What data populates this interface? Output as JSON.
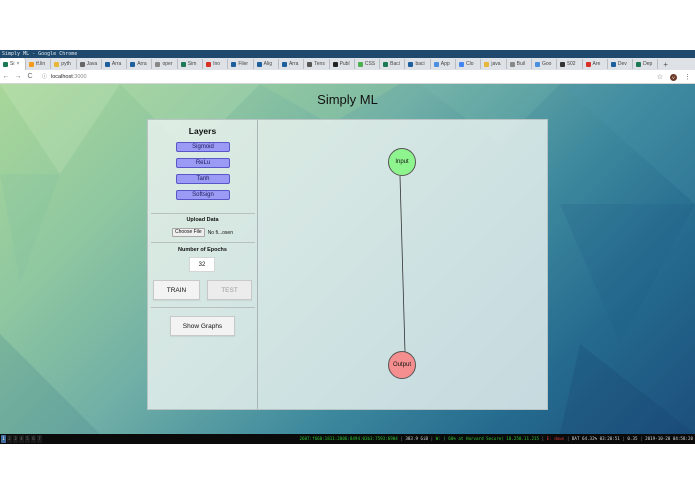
{
  "window": {
    "title": "Simply ML - Google Chrome"
  },
  "tabs": [
    {
      "label": "Si",
      "icon": "green-square",
      "color": "#1e7a55",
      "active": true,
      "close": "×"
    },
    {
      "label": "tf.lin",
      "icon": "tensorflow-icon",
      "color": "#f59b1c"
    },
    {
      "label": "pyth",
      "icon": "python-icon",
      "color": "#e8b73a"
    },
    {
      "label": "Java",
      "icon": "globe-icon",
      "color": "#666666"
    },
    {
      "label": "Arra",
      "icon": "arrow-icon",
      "color": "#1d5e9c"
    },
    {
      "label": "Arra",
      "icon": "arrow-icon",
      "color": "#1d5e9c"
    },
    {
      "label": "oper",
      "icon": "globe-icon",
      "color": "#888888"
    },
    {
      "label": "Sim",
      "icon": "green-square",
      "color": "#1e7a55"
    },
    {
      "label": "Ino",
      "icon": "gmail-icon",
      "color": "#d93025"
    },
    {
      "label": "Filer",
      "icon": "arrow-icon",
      "color": "#1d5e9c"
    },
    {
      "label": "Alig",
      "icon": "arrow-icon",
      "color": "#1d5e9c"
    },
    {
      "label": "Arra",
      "icon": "arrow-icon",
      "color": "#1d5e9c"
    },
    {
      "label": "Tens",
      "icon": "globe-icon",
      "color": "#555555"
    },
    {
      "label": "Publ",
      "icon": "medium-icon",
      "color": "#222222"
    },
    {
      "label": "CSS",
      "icon": "green-square",
      "color": "#4caf50"
    },
    {
      "label": "Baci",
      "icon": "green-square",
      "color": "#1e7a55"
    },
    {
      "label": "baci",
      "icon": "arrow-icon",
      "color": "#1d5e9c"
    },
    {
      "label": "App",
      "icon": "diamond-icon",
      "color": "#4a8fe0"
    },
    {
      "label": "Clo",
      "icon": "cloud-icon",
      "color": "#4285f4"
    },
    {
      "label": "java",
      "icon": "python-icon",
      "color": "#e8b73a"
    },
    {
      "label": "Buil",
      "icon": "circle-icon",
      "color": "#888888"
    },
    {
      "label": "Goo",
      "icon": "diamond-icon",
      "color": "#4a8fe0"
    },
    {
      "label": "502",
      "icon": "globe-icon",
      "color": "#333333"
    },
    {
      "label": "Are",
      "icon": "gmail-icon",
      "color": "#d93025"
    },
    {
      "label": "Dev",
      "icon": "gear-icon",
      "color": "#1d5e9c"
    },
    {
      "label": "Dep",
      "icon": "green-square",
      "color": "#1e7a55"
    }
  ],
  "new_tab": "+",
  "address": {
    "info_icon": "ⓘ",
    "host": "localhost",
    "port": ":3000"
  },
  "nav": {
    "back": "←",
    "forward": "→",
    "reload": "C",
    "star": "☆",
    "avatar_initial": "V",
    "menu": "⋮"
  },
  "app": {
    "title": "Simply ML",
    "layers_heading": "Layers",
    "layers": [
      "Sigmoid",
      "ReLu",
      "Tanh",
      "Softsign"
    ],
    "upload_label": "Upload Data",
    "choose_file": "Choose File",
    "file_name": "No fi...osen",
    "epochs_label": "Number of Epochs",
    "epochs_value": "32",
    "train_label": "TRAIN",
    "test_label": "TEST",
    "show_graphs_label": "Show Graphs",
    "nodes": [
      {
        "label": "Input",
        "color": "#8ef58e"
      },
      {
        "label": "Output",
        "color": "#f58e8e"
      }
    ],
    "colors": {
      "layer_button": "#9b9bf5",
      "input_node": "#8ef58e",
      "output_node": "#f58e8e"
    }
  },
  "taskbar": {
    "workspaces": [
      "1",
      "2",
      "3",
      "4",
      "5",
      "6",
      "7"
    ],
    "active_workspace": "1",
    "status": {
      "ipv6": "2607:f660:1811:2006:8494:03b3:7593:6904",
      "disk": "383.9 GiB",
      "wifi": "W: ( 60% at Harvard Secure) 10.250.11.215",
      "eth": "E: down",
      "battery": "BAT 64.32% 03:20:51",
      "load": "0.35",
      "datetime": "2019-10-20 04:58:20"
    }
  }
}
